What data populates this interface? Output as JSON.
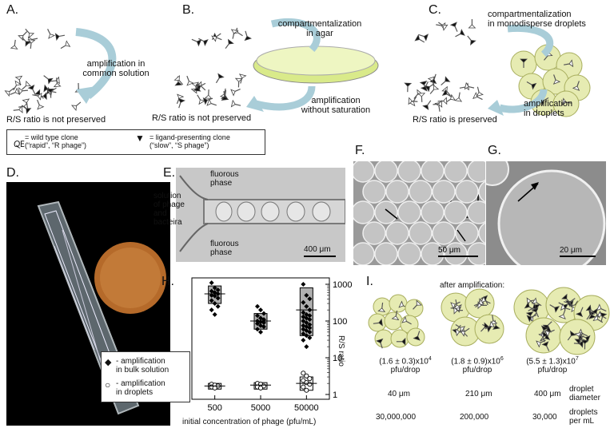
{
  "panels": {
    "A": {
      "label": "A.",
      "arrow_text": [
        "amplification in",
        "common solution"
      ],
      "result": "R/S ratio is not preserved"
    },
    "B": {
      "label": "B.",
      "top_text": [
        "compartmentalization",
        "in agar"
      ],
      "arrow_text": [
        "amplification",
        "without saturation"
      ],
      "result": "R/S ratio is not preserved"
    },
    "C": {
      "label": "C.",
      "top_text": [
        "compartmentalization",
        "in monodisperse droplets"
      ],
      "arrow_text": [
        "amplification",
        "in droplets"
      ],
      "result": "R/S ratio is preserved"
    },
    "legend": {
      "wild": [
        "= wild type clone",
        "(“rapid”, “R phage”)"
      ],
      "ligand": [
        "= ligand-presenting clone",
        "(“slow”, “S phage”)"
      ]
    },
    "D": {
      "label": "D."
    },
    "E": {
      "label": "E.",
      "fluorous_top": [
        "fluorous",
        "phase"
      ],
      "solution": [
        "solution",
        "of phage",
        "and",
        "bacteira"
      ],
      "fluorous_bottom": [
        "fluorous",
        "phase"
      ],
      "scale": "400 μm"
    },
    "F": {
      "label": "F.",
      "scale": "50 μm"
    },
    "G": {
      "label": "G.",
      "scale": "20 μm"
    },
    "H": {
      "label": "H.",
      "legend_bulk": [
        "- amplification",
        "in bulk solution"
      ],
      "legend_droplets": [
        "- amplification",
        "in droplets"
      ],
      "xlabel": "initial concentration of phage (pfu/mL)",
      "ylabel": "R/S ratio"
    },
    "I": {
      "label": "I.",
      "heading": "after amplification:",
      "conc": [
        {
          "value": "(1.6 ± 0.3)x10",
          "exp": "4",
          "unit": "pfu/drop"
        },
        {
          "value": "(1.8 ± 0.9)x10",
          "exp": "6",
          "unit": "pfu/drop"
        },
        {
          "value": "(5.5 ± 1.3)x10",
          "exp": "7",
          "unit": "pfu/drop"
        }
      ],
      "diameters": [
        "40 μm",
        "210 μm",
        "400 μm"
      ],
      "diameter_label": [
        "droplet",
        "diameter"
      ],
      "counts": [
        "30,000,000",
        "200,000",
        "30,000"
      ],
      "count_label": [
        "droplets",
        "per mL"
      ]
    }
  },
  "colors": {
    "droplet_fill": "#e6ebb2",
    "droplet_stroke": "#a8ae5e",
    "arrow_blue": "#a9cdd8",
    "agar": "#d9ea8a"
  },
  "chart_data": {
    "type": "scatter",
    "categories": [
      "500",
      "5000",
      "50000"
    ],
    "xlabel": "initial concentration of phage (pfu/mL)",
    "ylabel": "R/S ratio",
    "yscale": "log",
    "ylim": [
      1,
      1000
    ],
    "yticks": [
      "1",
      "10",
      "100",
      "1000"
    ],
    "series": [
      {
        "name": "amplification in bulk solution",
        "marker": "filled-diamond",
        "values": [
          [
            1100,
            800,
            700,
            650,
            600,
            550,
            500,
            480,
            420,
            360,
            300,
            250,
            200,
            150
          ],
          [
            250,
            200,
            160,
            140,
            120,
            110,
            100,
            95,
            90,
            85,
            75,
            70,
            60,
            50
          ],
          [
            1000,
            500,
            400,
            320,
            250,
            200,
            170,
            150,
            140,
            130,
            120,
            110,
            100,
            90,
            80,
            75,
            70,
            65,
            60,
            55,
            50,
            45,
            40,
            35,
            30,
            20
          ]
        ],
        "mean": [
          550,
          100,
          200
        ],
        "range": [
          [
            300,
            900
          ],
          [
            60,
            160
          ],
          [
            40,
            800
          ]
        ]
      },
      {
        "name": "amplification in droplets",
        "marker": "open-circle",
        "values": [
          [
            1.9,
            1.8,
            1.7,
            1.6,
            1.5
          ],
          [
            2.0,
            1.9,
            1.7,
            1.6,
            1.5
          ],
          [
            3.8,
            3.2,
            2.7,
            2.4,
            2.1,
            1.9,
            1.6,
            1.3
          ]
        ],
        "mean": [
          1.7,
          1.8,
          2.0
        ],
        "range": [
          [
            1.4,
            2.0
          ],
          [
            1.4,
            2.1
          ],
          [
            1.3,
            3.0
          ]
        ]
      }
    ]
  }
}
